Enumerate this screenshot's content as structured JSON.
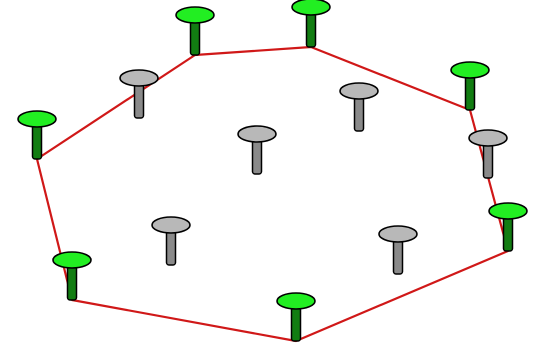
{
  "diagram": {
    "colors": {
      "background": "#ffffff",
      "hull_line": "#d01818",
      "outline": "#000000",
      "pin_on_hull_head": "#22ee22",
      "pin_on_hull_shaft": "#127d12",
      "pin_interior_head": "#b8b8b8",
      "pin_interior_shaft": "#8a8a8a"
    },
    "pins": [
      {
        "id": "hull-top-left",
        "on_hull": true
      },
      {
        "id": "hull-top-right",
        "on_hull": true
      },
      {
        "id": "hull-right-upper",
        "on_hull": true
      },
      {
        "id": "hull-right-lower",
        "on_hull": true
      },
      {
        "id": "hull-bottom",
        "on_hull": true
      },
      {
        "id": "hull-bottom-left",
        "on_hull": true
      },
      {
        "id": "hull-left",
        "on_hull": true
      },
      {
        "id": "interior-upper-left",
        "on_hull": false
      },
      {
        "id": "interior-upper-right",
        "on_hull": false
      },
      {
        "id": "interior-center",
        "on_hull": false
      },
      {
        "id": "interior-right",
        "on_hull": false
      },
      {
        "id": "interior-lower-left",
        "on_hull": false
      },
      {
        "id": "interior-lower-right",
        "on_hull": false
      }
    ],
    "hull_order": [
      "hull-top-left",
      "hull-top-right",
      "hull-right-upper",
      "hull-right-lower",
      "hull-bottom",
      "hull-bottom-left",
      "hull-left"
    ]
  }
}
